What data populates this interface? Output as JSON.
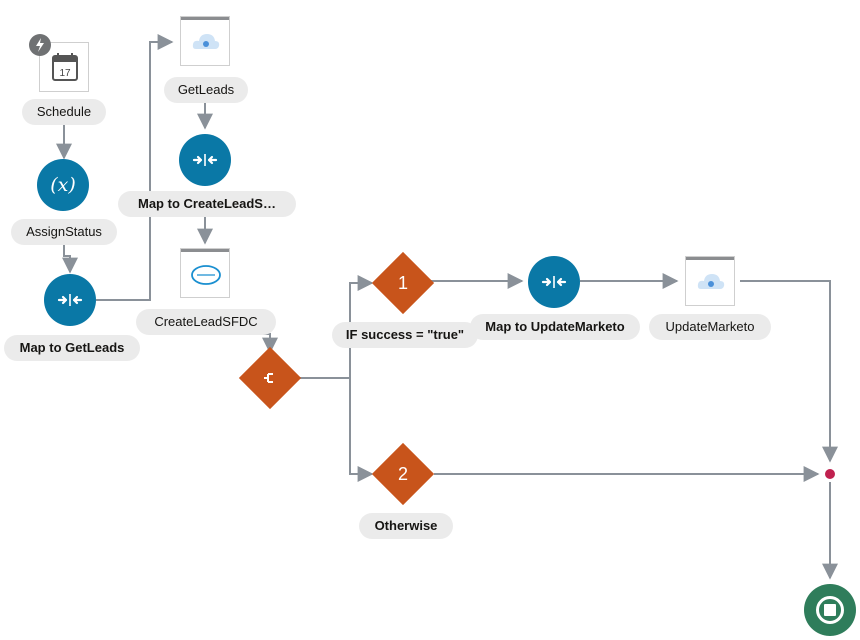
{
  "flow": {
    "schedule": {
      "label": "Schedule",
      "calendar_day": "17",
      "trigger_icon": "lightning-icon"
    },
    "assign_status": {
      "label": "AssignStatus",
      "icon_text": "(x)"
    },
    "map_get_leads": {
      "label": "Map to GetLeads",
      "icon": "mapper-icon"
    },
    "get_leads": {
      "label": "GetLeads",
      "icon": "cloud-adapter-icon"
    },
    "map_create_lead": {
      "label": "Map to CreateLeadS…",
      "icon": "mapper-icon"
    },
    "create_lead_sfdc": {
      "label": "CreateLeadSFDC",
      "icon": "salesforce-icon"
    },
    "switch": {
      "icon": "switch-icon"
    },
    "branch_1": {
      "number": "1",
      "label": "IF success = \"true\""
    },
    "map_update_marketo": {
      "label": "Map to UpdateMarketo",
      "icon": "mapper-icon"
    },
    "update_marketo": {
      "label": "UpdateMarketo",
      "icon": "cloud-adapter-icon"
    },
    "branch_2": {
      "number": "2",
      "label": "Otherwise"
    },
    "end": {
      "icon": "stop-icon"
    }
  },
  "colors": {
    "wire": "#8a9199",
    "map_action": "#0a78a6",
    "switch": "#c8541b",
    "end": "#2f7d5b",
    "merge": "#c0214f"
  }
}
